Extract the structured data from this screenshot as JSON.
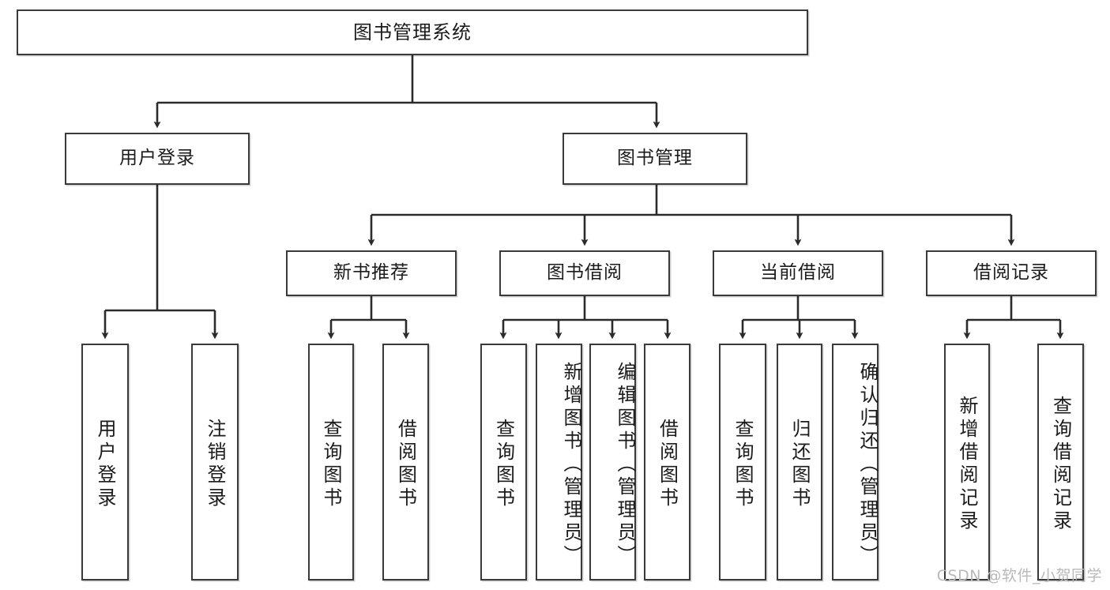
{
  "diagram": {
    "type": "tree-hierarchy",
    "title": "图书管理系统",
    "watermark": "CSDN @软件_小贺同学",
    "colors": {
      "box_border": "#3a3a3a",
      "box_fill": "#ffffff",
      "edge": "#2b2b2b",
      "text": "#1b1b1b",
      "watermark": "#b9b9b9"
    },
    "nodes": {
      "root": {
        "label": "图书管理系统",
        "level": 1
      },
      "l2": [
        {
          "id": "user-login",
          "label": "用户登录",
          "level": 2
        },
        {
          "id": "book-manage",
          "label": "图书管理",
          "level": 2
        }
      ],
      "l3": [
        {
          "id": "new-book-recommend",
          "label": "新书推荐",
          "level": 3,
          "parent": "book-manage"
        },
        {
          "id": "book-borrow",
          "label": "图书借阅",
          "level": 3,
          "parent": "book-manage"
        },
        {
          "id": "current-borrow",
          "label": "当前借阅",
          "level": 3,
          "parent": "book-manage"
        },
        {
          "id": "borrow-record",
          "label": "借阅记录",
          "level": 3,
          "parent": "book-manage"
        }
      ],
      "leaves": [
        {
          "id": "leaf-user-login",
          "label": "用户登录",
          "parent": "user-login"
        },
        {
          "id": "leaf-user-logout",
          "label": "注销登录",
          "parent": "user-login"
        },
        {
          "id": "leaf-query-book-1",
          "label": "查询图书",
          "parent": "new-book-recommend"
        },
        {
          "id": "leaf-borrow-book-1",
          "label": "借阅图书",
          "parent": "new-book-recommend"
        },
        {
          "id": "leaf-query-book-2",
          "label": "查询图书",
          "parent": "book-borrow"
        },
        {
          "id": "leaf-add-book",
          "label": "新增图书（管理员）",
          "parent": "book-borrow"
        },
        {
          "id": "leaf-edit-book",
          "label": "编辑图书（管理员）",
          "parent": "book-borrow"
        },
        {
          "id": "leaf-borrow-book-2",
          "label": "借阅图书",
          "parent": "book-borrow"
        },
        {
          "id": "leaf-query-book-3",
          "label": "查询图书",
          "parent": "current-borrow"
        },
        {
          "id": "leaf-return-book",
          "label": "归还图书",
          "parent": "current-borrow"
        },
        {
          "id": "leaf-confirm-return",
          "label": "确认归还（管理员）",
          "parent": "current-borrow"
        },
        {
          "id": "leaf-add-record",
          "label": "新增借阅记录",
          "parent": "borrow-record"
        },
        {
          "id": "leaf-query-record",
          "label": "查询借阅记录",
          "parent": "borrow-record"
        }
      ]
    }
  }
}
